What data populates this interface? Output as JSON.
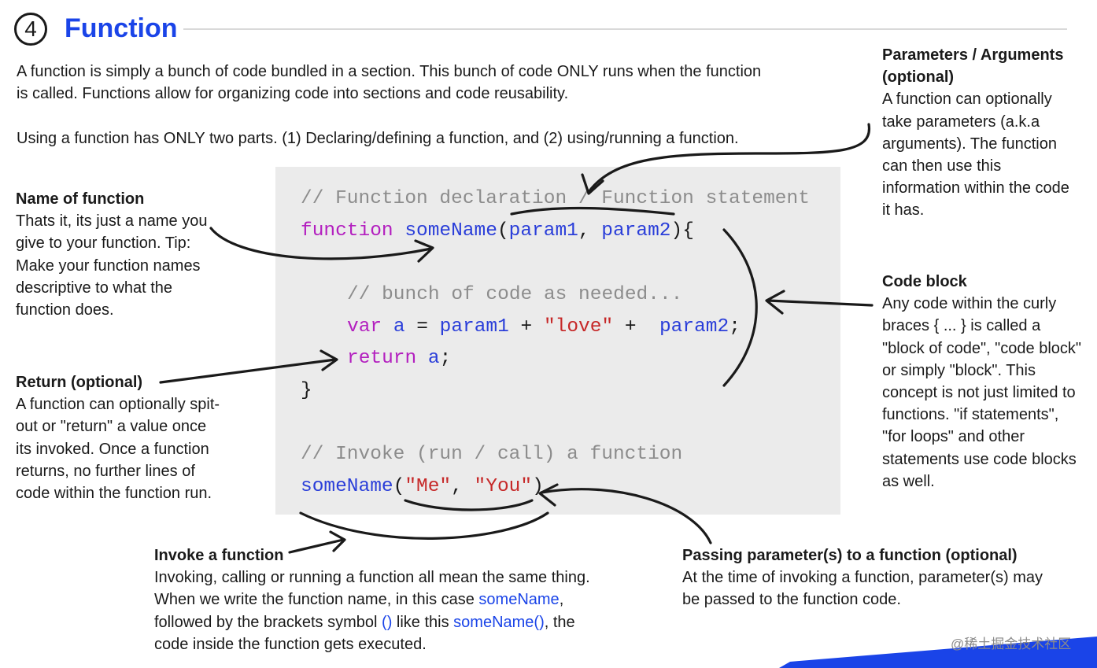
{
  "header": {
    "number": "4",
    "title": "Function"
  },
  "intro": {
    "paragraph1": "A function is simply a bunch of code bundled in a section. This bunch of code ONLY runs when the function is called. Functions allow for organizing code into sections and code reusability.",
    "paragraph2": "Using a function has ONLY two parts. (1) Declaring/defining a function, and (2) using/running a function."
  },
  "code": {
    "comment1": "// Function declaration / Function statement",
    "line_fn_keyword": "function",
    "line_fn_name": "someName",
    "line_fn_open": "(",
    "line_fn_param1": "param1",
    "line_fn_comma": ", ",
    "line_fn_param2": "param2",
    "line_fn_close": "){",
    "comment2": "// bunch of code as needed...",
    "var_keyword": "var",
    "var_name": "a",
    "var_eq": " = ",
    "var_param1": "param1",
    "var_plus1": " + ",
    "var_string": "\"love\"",
    "var_plus2": " +  ",
    "var_param2": "param2",
    "var_semi": ";",
    "return_keyword": "return",
    "return_value": "a",
    "return_semi": ";",
    "close_brace": "}",
    "comment3": "// Invoke (run / call) a function",
    "call_name": "someName",
    "call_open": "(",
    "call_arg1": "\"Me\"",
    "call_comma": ", ",
    "call_arg2": "\"You\"",
    "call_close": ")"
  },
  "notes": {
    "name_of_function": {
      "heading": "Name of function",
      "body": "Thats it, its just a name you give to your function. Tip: Make your function names descriptive to what the function does."
    },
    "return": {
      "heading": "Return (optional)",
      "body": "A function can optionally spit-out or \"return\" a value once its invoked. Once a function returns, no further lines of code within the function run."
    },
    "parameters": {
      "heading": "Parameters / Arguments (optional)",
      "body": "A function can optionally take parameters (a.k.a arguments). The function can then use this information within the code it has."
    },
    "code_block": {
      "heading": "Code block",
      "body": "Any code within the curly braces { ... } is called a \"block of code\", \"code block\" or simply \"block\". This concept is not just limited to functions. \"if statements\", \"for loops\" and other statements use code blocks as well."
    },
    "invoke": {
      "heading": "Invoke a function",
      "body_part1": "Invoking, calling or running a function all mean the same thing. When we write the function name, in this case ",
      "body_highlight1": "someName",
      "body_part2": ", followed by the brackets symbol ",
      "body_highlight2": "()",
      "body_part3": " like this ",
      "body_highlight3": "someName()",
      "body_part4": ", the code inside the function gets executed."
    },
    "passing": {
      "heading": "Passing parameter(s) to a function (optional)",
      "body": "At the time of invoking a function, parameter(s) may be passed to the function code."
    }
  },
  "watermark": "@稀土掘金技术社区",
  "colors": {
    "title": "#1a44e8",
    "keyword": "#b31fbf",
    "identifier": "#2a3ed9",
    "string": "#c62828",
    "comment": "#8c8c8c",
    "code_bg": "#ebebeb",
    "footer_bar": "#1a44e8"
  }
}
